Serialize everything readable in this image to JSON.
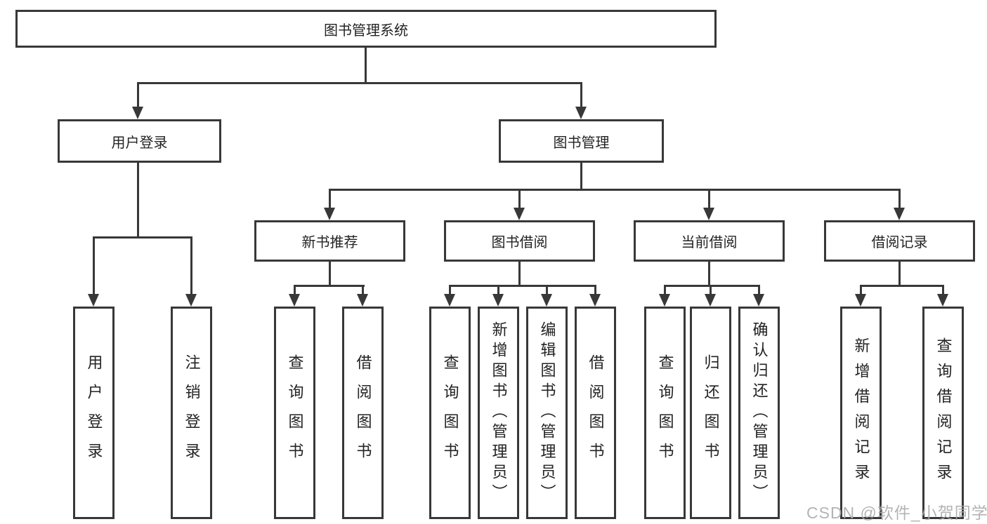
{
  "diagram": {
    "title": "图书管理系统",
    "nodes": {
      "root": "图书管理系统",
      "user_login": "用户登录",
      "book_mgmt": "图书管理",
      "new_books": "新书推荐",
      "book_borrow": "图书借阅",
      "current_borrow": "当前借阅",
      "borrow_records": "借阅记录",
      "ul_login": "用户登录",
      "ul_logout": "注销登录",
      "nb_query": "查询图书",
      "nb_borrow": "借阅图书",
      "bb_query": "查询图书",
      "bb_add": "新增图书（管理员）",
      "bb_edit": "编辑图书（管理员）",
      "bb_borrow": "借阅图书",
      "cb_query": "查询图书",
      "cb_return": "归还图书",
      "cb_confirm": "确认归还（管理员）",
      "br_add": "新增借阅记录",
      "br_query": "查询借阅记录"
    },
    "hierarchy": [
      {
        "parent": "图书管理系统",
        "children": [
          "用户登录",
          "图书管理"
        ]
      },
      {
        "parent": "用户登录",
        "children": [
          "用户登录",
          "注销登录"
        ]
      },
      {
        "parent": "图书管理",
        "children": [
          "新书推荐",
          "图书借阅",
          "当前借阅",
          "借阅记录"
        ]
      },
      {
        "parent": "新书推荐",
        "children": [
          "查询图书",
          "借阅图书"
        ]
      },
      {
        "parent": "图书借阅",
        "children": [
          "查询图书",
          "新增图书（管理员）",
          "编辑图书（管理员）",
          "借阅图书"
        ]
      },
      {
        "parent": "当前借阅",
        "children": [
          "查询图书",
          "归还图书",
          "确认归还（管理员）"
        ]
      },
      {
        "parent": "借阅记录",
        "children": [
          "新增借阅记录",
          "查询借阅记录"
        ]
      }
    ],
    "colors": {
      "line": "#383838",
      "text": "#232323",
      "watermark": "#aaaaaa",
      "background": "#ffffff"
    }
  },
  "watermark": "CSDN @软件_小贺同学"
}
